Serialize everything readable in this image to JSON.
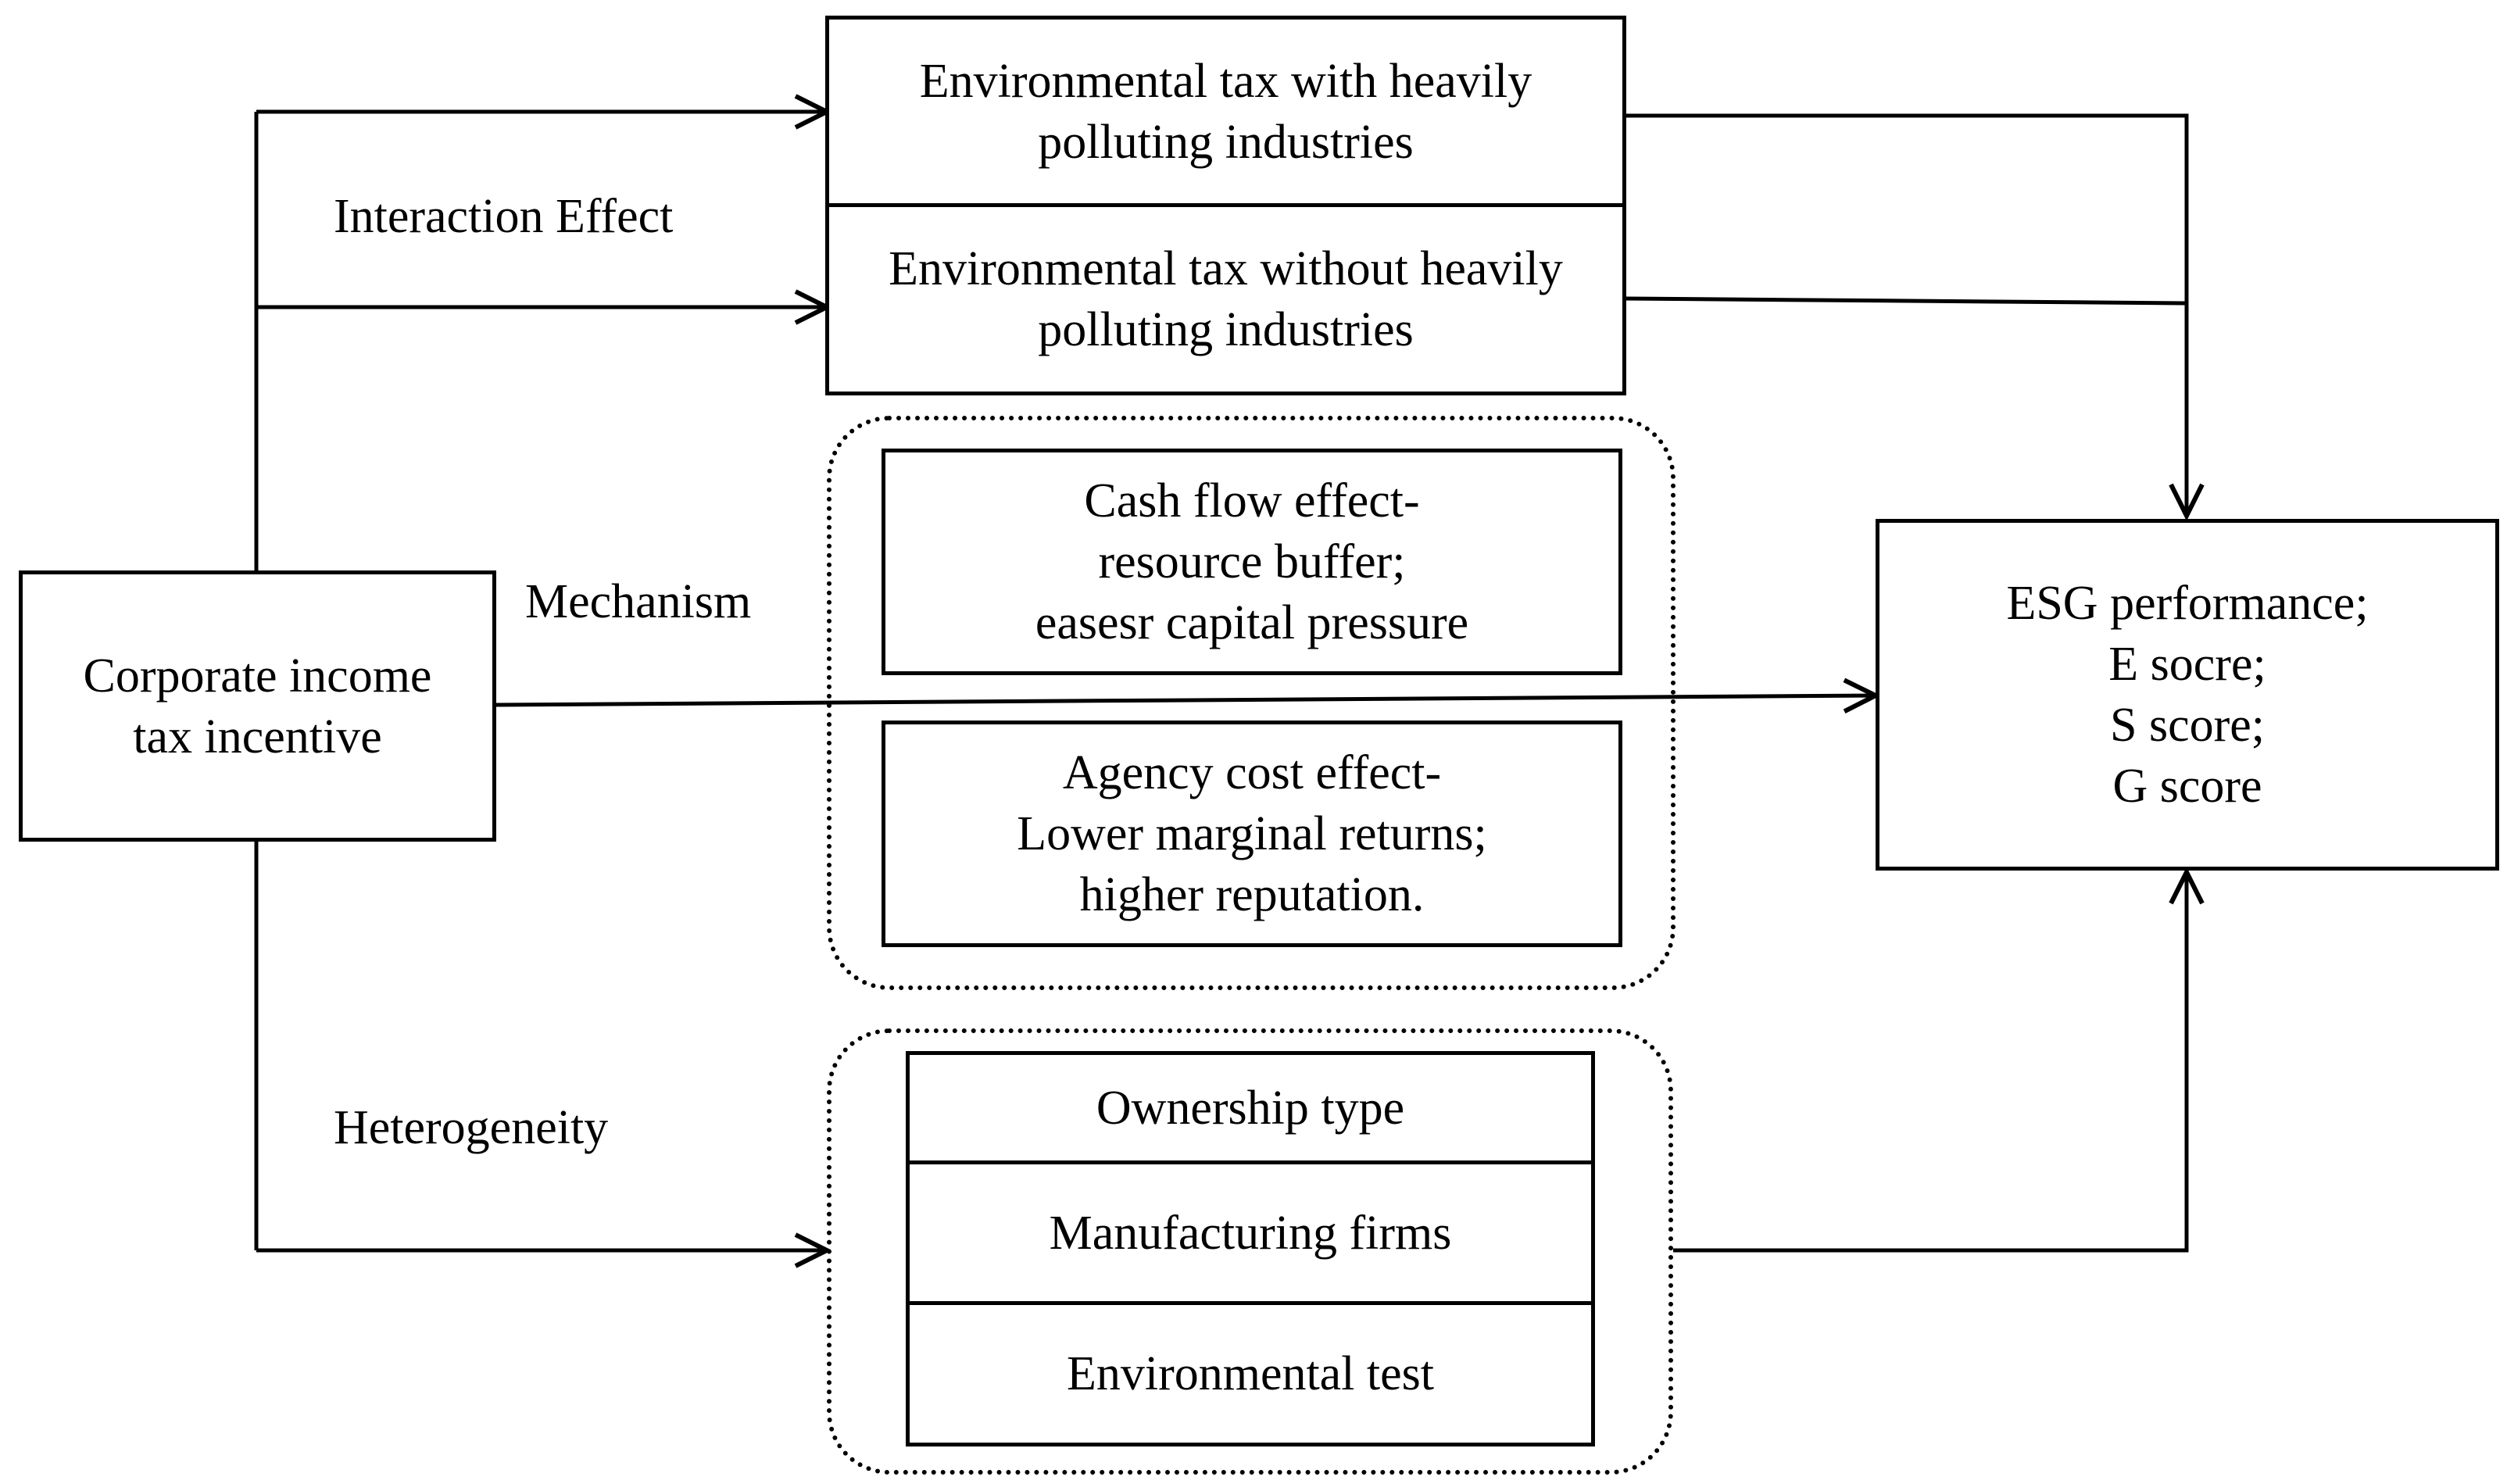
{
  "nodes": {
    "source": {
      "lines": [
        "Corporate income",
        "tax incentive"
      ]
    },
    "target": {
      "lines": [
        "ESG performance;",
        "E socre;",
        "S score;",
        "G score"
      ]
    },
    "env_with": {
      "lines": [
        "Environmental tax with heavily",
        "polluting industries"
      ]
    },
    "env_without": {
      "lines": [
        "Environmental tax without  heavily",
        "polluting industries"
      ]
    },
    "cash_flow": {
      "lines": [
        "Cash flow effect-",
        "resource buffer;",
        "easesr capital pressure"
      ]
    },
    "agency": {
      "lines": [
        "Agency cost effect-",
        "Lower marginal returns;",
        "higher reputation."
      ]
    },
    "ownership": {
      "lines": [
        "Ownership type"
      ]
    },
    "manufacturing": {
      "lines": [
        "Manufacturing firms"
      ]
    },
    "env_test": {
      "lines": [
        "Environmental test"
      ]
    }
  },
  "labels": {
    "interaction": "Interaction Effect",
    "mechanism": "Mechanism",
    "heterogeneity": "Heterogeneity"
  }
}
